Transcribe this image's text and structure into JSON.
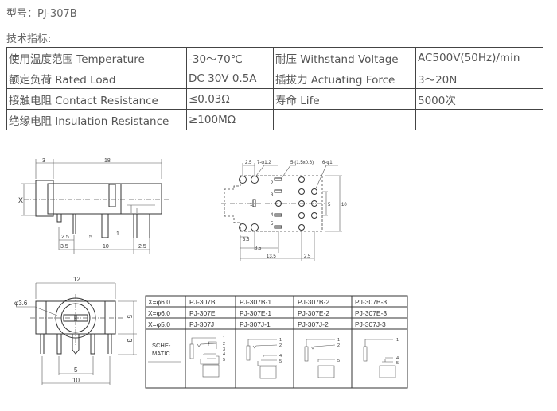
{
  "model": {
    "label": "型号：",
    "value": "PJ-307B"
  },
  "specs_heading": "技术指标:",
  "spec_table": [
    [
      "使用温度范围 Temperature",
      "-30～70℃",
      "耐压 Withstand Voltage",
      "AC500V(50Hz)/min"
    ],
    [
      "额定负荷 Rated Load",
      "DC 30V 0.5A",
      "插拔力 Actuating Force",
      "3～20N"
    ],
    [
      "接触电阻 Contact Resistance",
      "≤0.03Ω",
      "寿命 Life",
      "5000次"
    ],
    [
      "绝缘电阻 Insulation Resistance",
      "≥100MΩ",
      "",
      ""
    ]
  ],
  "side_view": {
    "dims": [
      "3",
      "18",
      "X",
      "2.5",
      "5",
      "1",
      "3.5",
      "10",
      "2.5"
    ]
  },
  "pcb_view": {
    "dims": [
      "2.5",
      "7-φ1.2",
      "5-(1.5x0.6)",
      "6-φ1",
      "3.5",
      "8.5",
      "13.5",
      "2.5",
      "5",
      "10"
    ],
    "pins": [
      "1",
      "2",
      "3",
      "4",
      "5"
    ]
  },
  "front_view": {
    "dims": [
      "12",
      "φ3.6",
      "5",
      "3",
      "5",
      "10"
    ]
  },
  "variant_table": {
    "rows": [
      [
        "X=φ6.0",
        "PJ-307B",
        "PJ-307B-1",
        "PJ-307B-2",
        "PJ-307B-3"
      ],
      [
        "X=φ6.0",
        "PJ-307E",
        "PJ-307E-1",
        "PJ-307E-2",
        "PJ-307E-3"
      ],
      [
        "X=φ5.0",
        "PJ-307J",
        "PJ-307J-1",
        "PJ-307J-2",
        "PJ-307J-3"
      ]
    ],
    "schematic_label": [
      "SCHE-",
      "MATIC"
    ],
    "schematic_pins": [
      [
        "1",
        "2",
        "3",
        "4",
        "5"
      ],
      [
        "1",
        "2",
        "4",
        "5"
      ],
      [
        "1",
        "2",
        "5"
      ],
      [
        "1",
        "4",
        "5"
      ]
    ]
  }
}
